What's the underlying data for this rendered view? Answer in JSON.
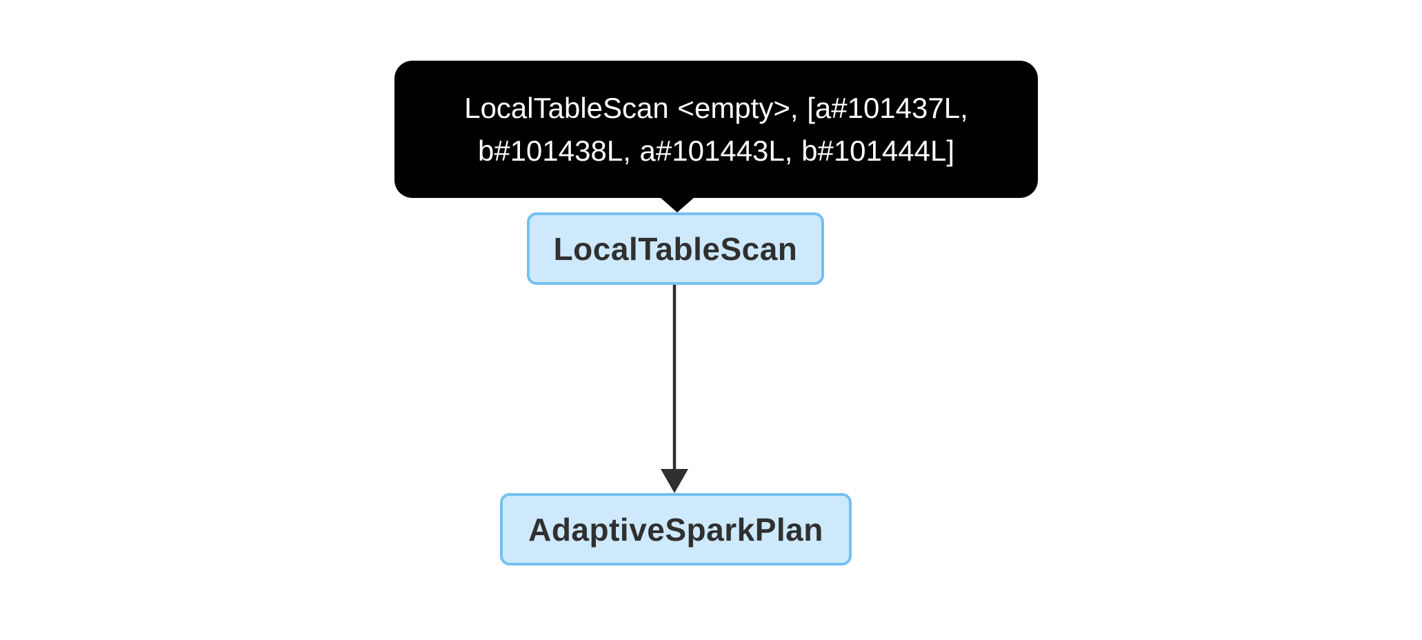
{
  "colors": {
    "page_bg": "#ffffff",
    "tooltip_bg": "#000000",
    "tooltip_text": "#ffffff",
    "node_fill": "#cee9fc",
    "node_border": "#73c0f2",
    "node_text": "#303030",
    "edge_color": "#2f2f2f"
  },
  "tooltip": {
    "text": "LocalTableScan <empty>, [a#101437L, b#101438L, a#101443L, b#101444L]"
  },
  "graph": {
    "nodes": [
      {
        "label": "LocalTableScan"
      },
      {
        "label": "AdaptiveSparkPlan"
      }
    ],
    "edges": [
      {
        "from": "LocalTableScan",
        "to": "AdaptiveSparkPlan"
      }
    ]
  }
}
